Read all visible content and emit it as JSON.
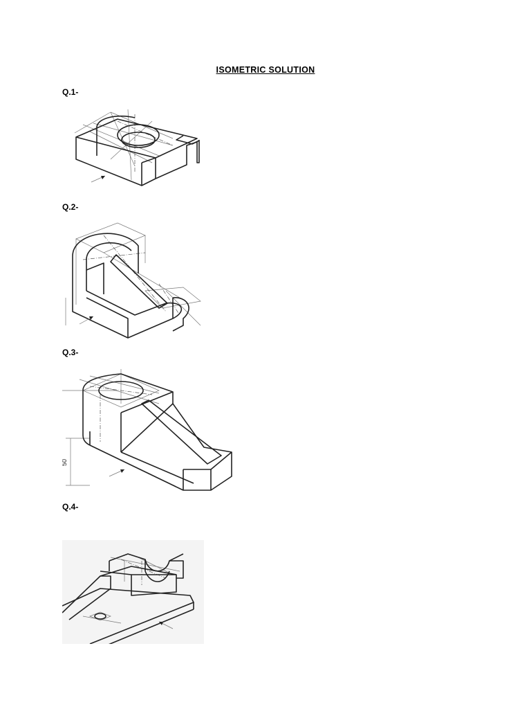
{
  "page": {
    "title": "ISOMETRIC  SOLUTION"
  },
  "questions": [
    {
      "label": "Q.1-"
    },
    {
      "label": "Q.2-"
    },
    {
      "label": "Q.3-"
    },
    {
      "label": "Q.4-"
    }
  ],
  "figures": {
    "q3_dimension": "50"
  }
}
